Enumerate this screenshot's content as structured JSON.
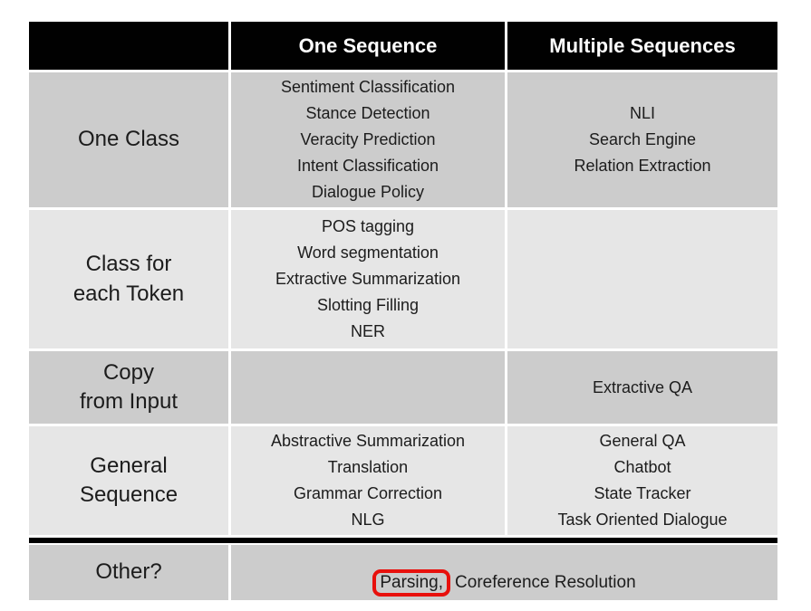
{
  "table": {
    "header": {
      "corner": "",
      "one_sequence": "One Sequence",
      "multiple_sequences": "Multiple Sequences"
    },
    "rows": [
      {
        "label": "One Class",
        "one_sequence": [
          "Sentiment Classification",
          "Stance Detection",
          "Veracity Prediction",
          "Intent Classification",
          "Dialogue Policy"
        ],
        "multiple_sequences": [
          "NLI",
          "Search Engine",
          "Relation Extraction"
        ]
      },
      {
        "label": "Class for\neach Token",
        "one_sequence": [
          "POS tagging",
          "Word segmentation",
          "Extractive Summarization",
          "Slotting Filling",
          "NER"
        ],
        "multiple_sequences": []
      },
      {
        "label": "Copy\nfrom Input",
        "one_sequence": [],
        "multiple_sequences": [
          "Extractive QA"
        ]
      },
      {
        "label": "General\nSequence",
        "one_sequence": [
          "Abstractive Summarization",
          "Translation",
          "Grammar Correction",
          "NLG"
        ],
        "multiple_sequences": [
          "General QA",
          "Chatbot",
          "State Tracker",
          "Task Oriented Dialogue"
        ]
      }
    ],
    "other_row": {
      "label": "Other?",
      "highlighted_text": "Parsing,",
      "rest_text": "Coreference Resolution"
    }
  },
  "colors": {
    "header_bg": "#010101",
    "header_text": "#ffffff",
    "row_dark": "#cccccc",
    "row_light": "#e6e6e6",
    "body_text": "#1c1c1c",
    "highlight_border": "#e8100c",
    "separator_line": "#000000"
  }
}
